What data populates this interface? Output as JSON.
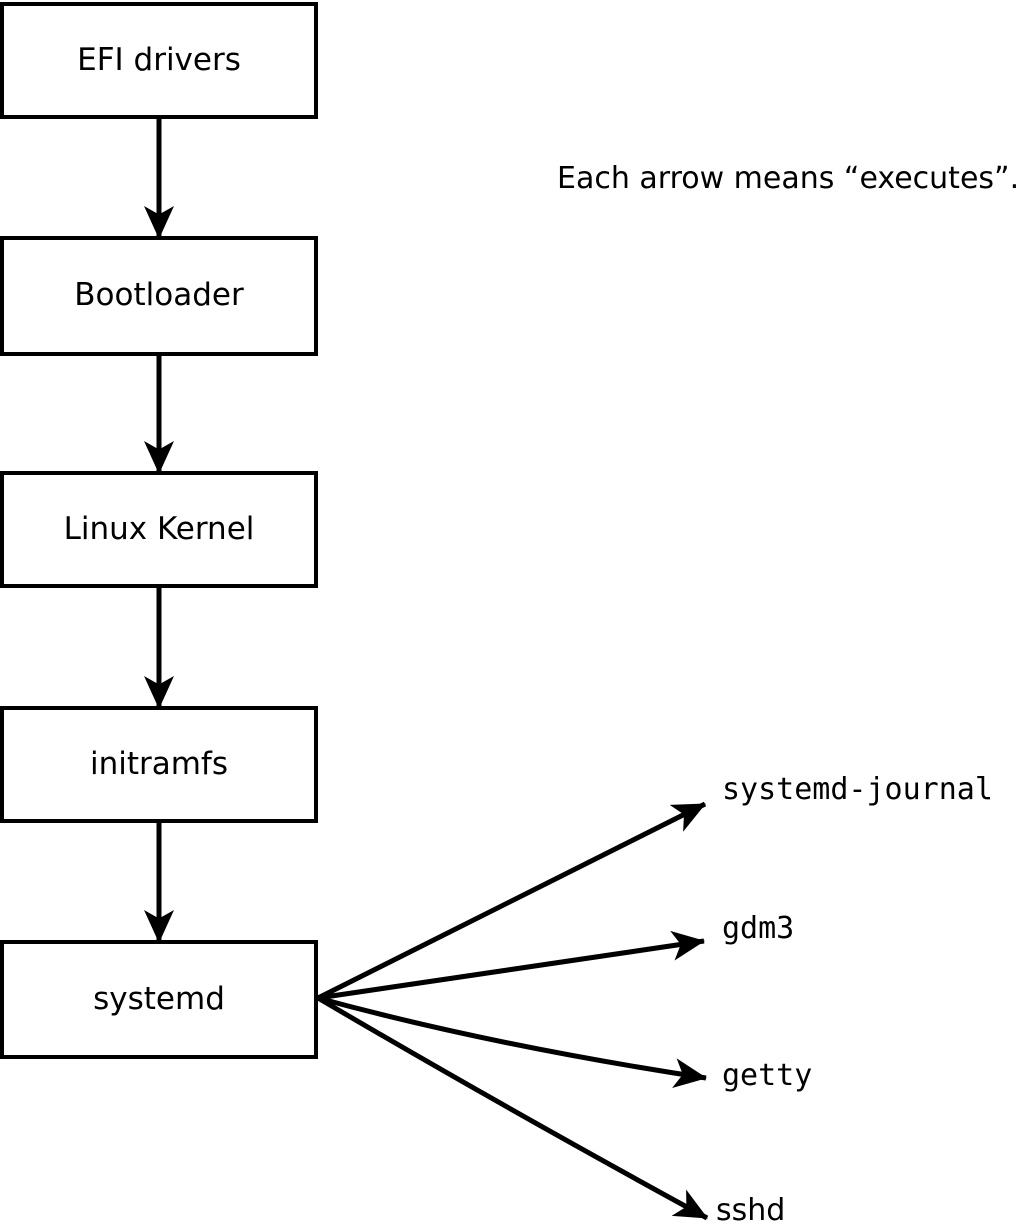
{
  "diagram": {
    "caption": "Each arrow means “executes”.",
    "boxes": [
      {
        "label": "EFI drivers"
      },
      {
        "label": "Bootloader"
      },
      {
        "label": "Linux Kernel"
      },
      {
        "label": "initramfs"
      },
      {
        "label": "systemd"
      }
    ],
    "processes": [
      {
        "label": "systemd-journal"
      },
      {
        "label": "gdm3"
      },
      {
        "label": "getty"
      },
      {
        "label": "sshd"
      }
    ],
    "colors": {
      "line": "#000000",
      "text": "#000000",
      "box_fill": "#ffffff",
      "background": "#ffffff"
    }
  }
}
